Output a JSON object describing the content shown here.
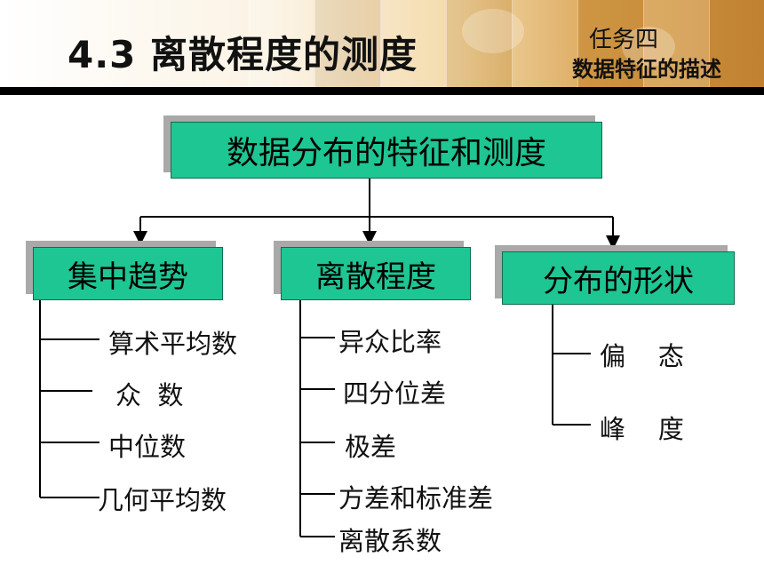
{
  "header": {
    "title": "4.3 离散程度的测度",
    "task": "任务四",
    "subtitle": "数据特征的描述"
  },
  "diagram": {
    "root": "数据分布的特征和测度",
    "categories": [
      {
        "label": "集中趋势",
        "items": [
          "算术平均数",
          "众  数",
          "中位数",
          "几何平均数"
        ]
      },
      {
        "label": "离散程度",
        "items": [
          "异众比率",
          "四分位差",
          "极差",
          "方差和标准差",
          "离散系数"
        ]
      },
      {
        "label": "分布的形状",
        "items": [
          "偏    态",
          "峰    度"
        ]
      }
    ]
  }
}
